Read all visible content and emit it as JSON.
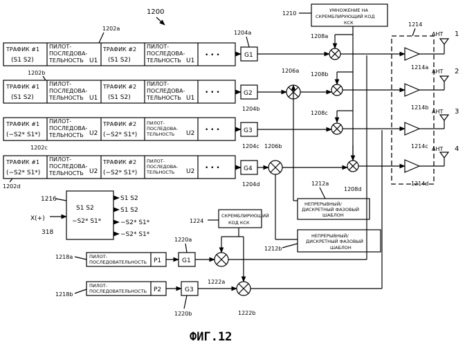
{
  "diagram": {
    "title_ref": "1200",
    "figure_caption": "ФИГ.12",
    "dots": "• • •",
    "scramble_mult": {
      "ref": "1210",
      "label_line1": "УМНОЖЕНИЕ НА",
      "label_line2": "СКРЕМБЛИРУЮЩИЙ КОД",
      "label_line3": "КСК"
    },
    "amp_group_ref": "1214",
    "rows": [
      {
        "ref": "1202a",
        "traffic1": "ТРАФИК #1",
        "sym1": "(S1 S2)",
        "pilot_a": "ПИЛОТ-",
        "pilot_b": "ПОСЛЕДОВА-",
        "pilot_c": "ТЕЛЬНОСТЬ",
        "u1": "U1",
        "traffic2": "ТРАФИК #2",
        "sym2": "(S1 S2)",
        "pilot2_a": "ПИЛОТ-",
        "pilot2_b": "ПОСЛЕДОВА-",
        "pilot2_c": "ТЕЛЬНОСТЬ",
        "u2": "U1",
        "gain": "G1",
        "gain_ref": "1204a",
        "mult_ref": "1208a",
        "amp_ref": "1214a",
        "ant": "АНТ",
        "ant_num": "1"
      },
      {
        "ref": "1202b",
        "traffic1": "ТРАФИК #1",
        "sym1": "(S1 S2)",
        "pilot_a": "ПИЛОТ-",
        "pilot_b": "ПОСЛЕДОВА-",
        "pilot_c": "ТЕЛЬНОСТЬ",
        "u1": "U1",
        "traffic2": "ТРАФИК #2",
        "sym2": "(S1 S2)",
        "pilot2_a": "ПИЛОТ-",
        "pilot2_b": "ПОСЛЕДОВА-",
        "pilot2_c": "ТЕЛЬНОСТЬ",
        "u2": "U1",
        "gain": "G2",
        "gain_ref": "1204b",
        "mult_ref": "1208b",
        "mult2_ref": "1206a",
        "amp_ref": "1214b",
        "ant": "АНТ",
        "ant_num": "2"
      },
      {
        "ref": "1202c",
        "traffic1": "ТРАФИК #1",
        "sym1": "(−S2* S1*)",
        "pilot_a": "ПИЛОТ-",
        "pilot_b": "ПОСЛЕДОВА-",
        "pilot_c": "ТЕЛЬНОСТЬ",
        "u1": "U2",
        "traffic2": "ТРАФИК #2",
        "sym2": "(−S2* S1*)",
        "pilot2_a": "ПИЛОТ-",
        "pilot2_b": "ПОСЛЕДОВА-",
        "pilot2_c": "ТЕЛЬНОСТЬ",
        "u2": "U2",
        "gain": "G3",
        "gain_ref": "1204c",
        "mult_ref": "1208c",
        "amp_ref": "1214c",
        "ant": "АНТ",
        "ant_num": "3"
      },
      {
        "ref": "1202d",
        "traffic1": "ТРАФИК #1",
        "sym1": "(−S2* S1*)",
        "pilot_a": "ПИЛОТ-",
        "pilot_b": "ПОСЛЕДОВА-",
        "pilot_c": "ТЕЛЬНОСТЬ",
        "u1": "U2",
        "traffic2": "ТРАФИК #2",
        "sym2": "(−S2* S1*)",
        "pilot2_a": "ПИЛОТ-",
        "pilot2_b": "ПОСЛЕДОВА-",
        "pilot2_c": "ТЕЛЬНОСТЬ",
        "u2": "U2",
        "gain": "G4",
        "gain_ref": "1204d",
        "mult_ref": "1208d",
        "mult2_ref": "1206b",
        "amp_ref": "1214d",
        "ant": "АНТ",
        "ant_num": "4"
      }
    ],
    "phase_template_a": {
      "ref": "1212a",
      "line1": "НЕПРЕРЫВНЫЙ/",
      "line2": "ДИСКРЕТНЫЙ ФАЗОВЫЙ",
      "line3": "ШАБЛОН"
    },
    "phase_template_b": {
      "ref": "1212b",
      "line1": "НЕПРЕРЫВНЫЙ/",
      "line2": "ДИСКРЕТНЫЙ ФАЗОВЫЙ",
      "line3": "ШАБЛОН"
    },
    "encoder": {
      "ref": "1216",
      "input": "X(+)",
      "input_ref": "318",
      "inner_line1": "S1  S2",
      "inner_line2": "−S2* S1*",
      "out1": "S1 S2",
      "out2": "S1 S2",
      "out3": "−S2* S1*",
      "out4": "−S2* S1*"
    },
    "scramble_code": {
      "ref": "1224",
      "line1": "СКРЕМБЛИРУЮЩИЙ",
      "line2": "КОД КСК"
    },
    "pilot_p1": {
      "ref": "1218a",
      "label_a": "ПИЛОТ-",
      "label_b": "ПОСЛЕДОВАТЕЛЬНОСТЬ",
      "name": "P1",
      "gain": "G1",
      "gain_ref": "1220a",
      "mult_ref": "1222a"
    },
    "pilot_p2": {
      "ref": "1218b",
      "label_a": "ПИЛОТ-",
      "label_b": "ПОСЛЕДОВАТЕЛЬНОСТЬ",
      "name": "P2",
      "gain": "G3",
      "gain_ref": "1220b",
      "mult_ref": "1222b"
    }
  }
}
